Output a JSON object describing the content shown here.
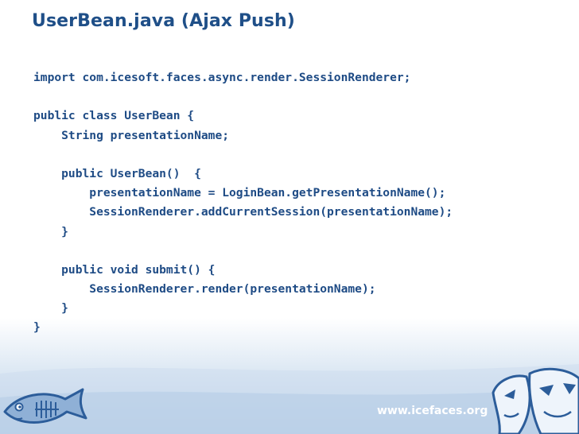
{
  "slide": {
    "title": "UserBean.java (Ajax Push)",
    "code_lines": [
      "import com.icesoft.faces.async.render.SessionRenderer;",
      "",
      "public class UserBean {",
      "    String presentationName;",
      "",
      "    public UserBean()  {",
      "        presentationName = LoginBean.getPresentationName();",
      "        SessionRenderer.addCurrentSession(presentationName);",
      "    }",
      "",
      "    public void submit() {",
      "        SessionRenderer.render(presentationName);",
      "    }",
      "}"
    ],
    "footer_url": "www.icefaces.org",
    "icons": {
      "left_logo": "glassfish-fish-icon",
      "right_logo": "icefaces-masks-icon"
    },
    "colors": {
      "title": "#1f4f88",
      "code": "#1e4b85",
      "footer_band": "#b5cde6"
    }
  }
}
